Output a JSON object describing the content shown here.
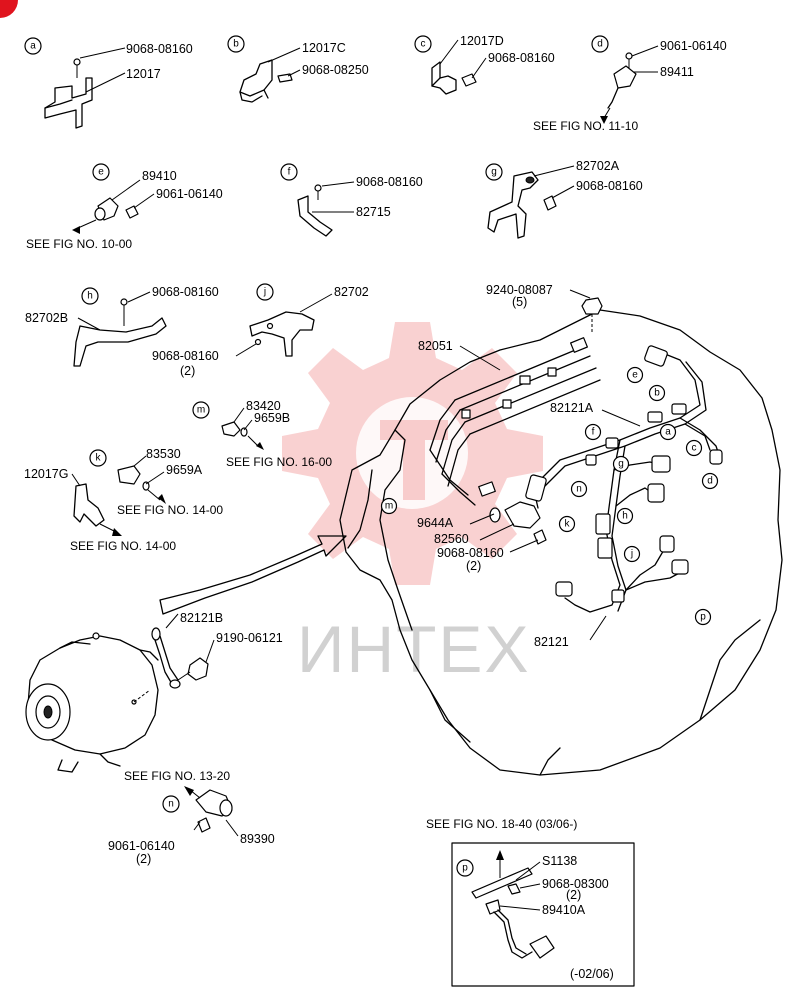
{
  "watermark": {
    "text": "ИНТЕХ",
    "color": "#e85a5a"
  },
  "corner_badge": {
    "color": "#e0141e"
  },
  "callouts": {
    "a": "a",
    "b": "b",
    "c": "c",
    "d": "d",
    "e": "e",
    "f": "f",
    "g": "g",
    "h": "h",
    "j": "j",
    "k": "k",
    "m": "m",
    "n": "n",
    "p": "p"
  },
  "engine_letters": {
    "e": "e",
    "b": "b",
    "f": "f",
    "a": "a",
    "c": "c",
    "d": "d",
    "g": "g",
    "n": "n",
    "k": "k",
    "h": "h",
    "j": "j",
    "p": "p",
    "m": "m"
  },
  "parts": {
    "p_9068_08160_a": "9068-08160",
    "p_12017": "12017",
    "p_12017C": "12017C",
    "p_9068_08250": "9068-08250",
    "p_12017D": "12017D",
    "p_9068_08160_c": "9068-08160",
    "p_9061_06140_d": "9061-06140",
    "p_89411": "89411",
    "ref_11_10": "SEE FIG NO. 11-10",
    "p_89410": "89410",
    "p_9061_06140_e": "9061-06140",
    "ref_10_00": "SEE FIG NO. 10-00",
    "p_9068_08160_f": "9068-08160",
    "p_82715": "82715",
    "p_82702A": "82702A",
    "p_9068_08160_g": "9068-08160",
    "p_9068_08160_h": "9068-08160",
    "p_82702B": "82702B",
    "p_82702": "82702",
    "p_9068_08160_j": "9068-08160",
    "p_qty_j": "(2)",
    "p_9240_08087": "9240-08087",
    "p_qty_5": "(5)",
    "p_82051": "82051",
    "p_83420": "83420",
    "p_9659B": "9659B",
    "ref_16_00": "SEE FIG NO. 16-00",
    "p_82121A": "82121A",
    "p_83530": "83530",
    "p_9659A": "9659A",
    "ref_14_00_k": "SEE FIG NO. 14-00",
    "p_12017G": "12017G",
    "ref_14_00_g": "SEE FIG NO. 14-00",
    "p_9644A": "9644A",
    "p_82560": "82560",
    "p_9068_08160_k": "9068-08160",
    "p_qty_k": "(2)",
    "p_82121B": "82121B",
    "p_9190_06121": "9190-06121",
    "p_82121": "82121",
    "ref_13_20": "SEE FIG NO.  13-20",
    "p_9061_06140_n": "9061-06140",
    "p_qty_n": "(2)",
    "p_89390": "89390",
    "ref_18_40": "SEE FIG NO. 18-40 (03/06-)",
    "p_S1138": "S1138",
    "p_9068_08300": "9068-08300",
    "p_qty_p": "(2)",
    "p_89410A": "89410A",
    "range_p": "(-02/06)"
  }
}
